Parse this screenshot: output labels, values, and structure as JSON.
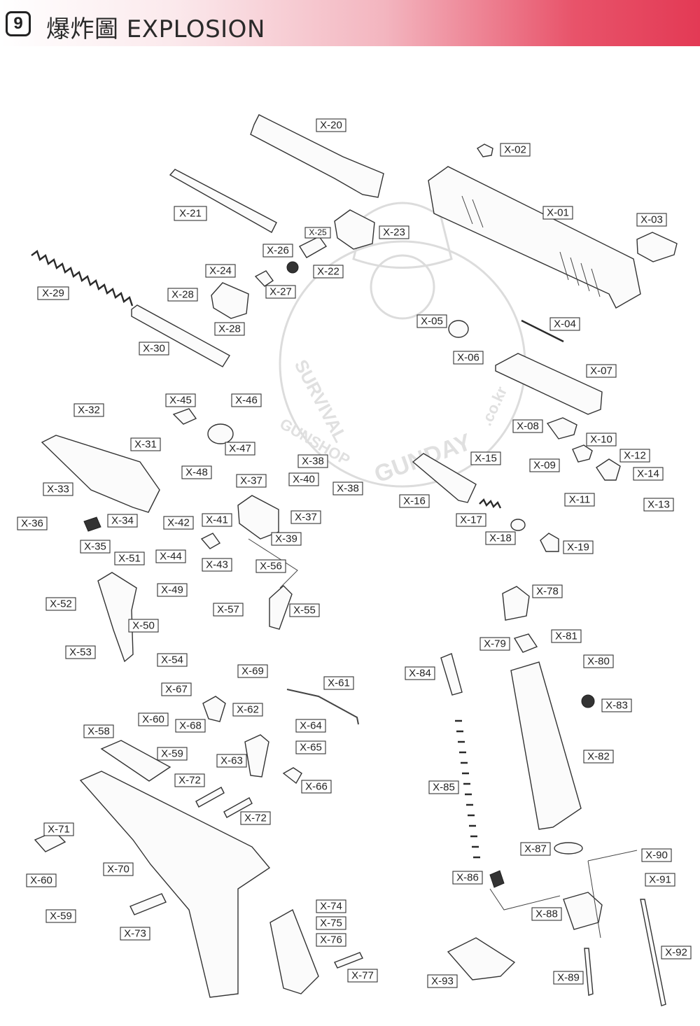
{
  "header": {
    "section_number": "9",
    "title": "爆炸圖 EXPLOSION"
  },
  "watermark": {
    "text_arc": "GUNSHOP",
    "text_survival": "SURVIVAL",
    "text_brand": "GUNDAY",
    "text_domain": ".co.kr"
  },
  "colors": {
    "header_gradient_start": "#ffffff",
    "header_gradient_end": "#e33a55",
    "line": "#333333"
  },
  "labels": [
    {
      "id": "X-01",
      "text": "X-01"
    },
    {
      "id": "X-02",
      "text": "X-02"
    },
    {
      "id": "X-03",
      "text": "X-03"
    },
    {
      "id": "X-04",
      "text": "X-04"
    },
    {
      "id": "X-05",
      "text": "X-05"
    },
    {
      "id": "X-06",
      "text": "X-06"
    },
    {
      "id": "X-07",
      "text": "X-07"
    },
    {
      "id": "X-08",
      "text": "X-08"
    },
    {
      "id": "X-09",
      "text": "X-09"
    },
    {
      "id": "X-10",
      "text": "X-10"
    },
    {
      "id": "X-11",
      "text": "X-11"
    },
    {
      "id": "X-12",
      "text": "X-12"
    },
    {
      "id": "X-13",
      "text": "X-13"
    },
    {
      "id": "X-14",
      "text": "X-14"
    },
    {
      "id": "X-15",
      "text": "X-15"
    },
    {
      "id": "X-16",
      "text": "X-16"
    },
    {
      "id": "X-17",
      "text": "X-17"
    },
    {
      "id": "X-18",
      "text": "X-18"
    },
    {
      "id": "X-19",
      "text": "X-19"
    },
    {
      "id": "X-20",
      "text": "X-20"
    },
    {
      "id": "X-21",
      "text": "X-21"
    },
    {
      "id": "X-22",
      "text": "X-22"
    },
    {
      "id": "X-23",
      "text": "X-23"
    },
    {
      "id": "X-24",
      "text": "X-24"
    },
    {
      "id": "X-25",
      "text": "X-25"
    },
    {
      "id": "X-26",
      "text": "X-26"
    },
    {
      "id": "X-27",
      "text": "X-27"
    },
    {
      "id": "X-28a",
      "text": "X-28"
    },
    {
      "id": "X-28b",
      "text": "X-28"
    },
    {
      "id": "X-29",
      "text": "X-29"
    },
    {
      "id": "X-30",
      "text": "X-30"
    },
    {
      "id": "X-31",
      "text": "X-31"
    },
    {
      "id": "X-32",
      "text": "X-32"
    },
    {
      "id": "X-33",
      "text": "X-33"
    },
    {
      "id": "X-34",
      "text": "X-34"
    },
    {
      "id": "X-35",
      "text": "X-35"
    },
    {
      "id": "X-36",
      "text": "X-36"
    },
    {
      "id": "X-37a",
      "text": "X-37"
    },
    {
      "id": "X-37b",
      "text": "X-37"
    },
    {
      "id": "X-38a",
      "text": "X-38"
    },
    {
      "id": "X-38b",
      "text": "X-38"
    },
    {
      "id": "X-39",
      "text": "X-39"
    },
    {
      "id": "X-40",
      "text": "X-40"
    },
    {
      "id": "X-41",
      "text": "X-41"
    },
    {
      "id": "X-42",
      "text": "X-42"
    },
    {
      "id": "X-43",
      "text": "X-43"
    },
    {
      "id": "X-44",
      "text": "X-44"
    },
    {
      "id": "X-45",
      "text": "X-45"
    },
    {
      "id": "X-46",
      "text": "X-46"
    },
    {
      "id": "X-47",
      "text": "X-47"
    },
    {
      "id": "X-48",
      "text": "X-48"
    },
    {
      "id": "X-49",
      "text": "X-49"
    },
    {
      "id": "X-50",
      "text": "X-50"
    },
    {
      "id": "X-51",
      "text": "X-51"
    },
    {
      "id": "X-52",
      "text": "X-52"
    },
    {
      "id": "X-53",
      "text": "X-53"
    },
    {
      "id": "X-54",
      "text": "X-54"
    },
    {
      "id": "X-55",
      "text": "X-55"
    },
    {
      "id": "X-56",
      "text": "X-56"
    },
    {
      "id": "X-57",
      "text": "X-57"
    },
    {
      "id": "X-58",
      "text": "X-58"
    },
    {
      "id": "X-59a",
      "text": "X-59"
    },
    {
      "id": "X-59b",
      "text": "X-59"
    },
    {
      "id": "X-60a",
      "text": "X-60"
    },
    {
      "id": "X-60b",
      "text": "X-60"
    },
    {
      "id": "X-61",
      "text": "X-61"
    },
    {
      "id": "X-62",
      "text": "X-62"
    },
    {
      "id": "X-63",
      "text": "X-63"
    },
    {
      "id": "X-64",
      "text": "X-64"
    },
    {
      "id": "X-65",
      "text": "X-65"
    },
    {
      "id": "X-66",
      "text": "X-66"
    },
    {
      "id": "X-67",
      "text": "X-67"
    },
    {
      "id": "X-68",
      "text": "X-68"
    },
    {
      "id": "X-69",
      "text": "X-69"
    },
    {
      "id": "X-70",
      "text": "X-70"
    },
    {
      "id": "X-71",
      "text": "X-71"
    },
    {
      "id": "X-72a",
      "text": "X-72"
    },
    {
      "id": "X-72b",
      "text": "X-72"
    },
    {
      "id": "X-73",
      "text": "X-73"
    },
    {
      "id": "X-74",
      "text": "X-74"
    },
    {
      "id": "X-75",
      "text": "X-75"
    },
    {
      "id": "X-76",
      "text": "X-76"
    },
    {
      "id": "X-77",
      "text": "X-77"
    },
    {
      "id": "X-78",
      "text": "X-78"
    },
    {
      "id": "X-79",
      "text": "X-79"
    },
    {
      "id": "X-80",
      "text": "X-80"
    },
    {
      "id": "X-81",
      "text": "X-81"
    },
    {
      "id": "X-82",
      "text": "X-82"
    },
    {
      "id": "X-83",
      "text": "X-83"
    },
    {
      "id": "X-84",
      "text": "X-84"
    },
    {
      "id": "X-85",
      "text": "X-85"
    },
    {
      "id": "X-86",
      "text": "X-86"
    },
    {
      "id": "X-87",
      "text": "X-87"
    },
    {
      "id": "X-88",
      "text": "X-88"
    },
    {
      "id": "X-89",
      "text": "X-89"
    },
    {
      "id": "X-90",
      "text": "X-90"
    },
    {
      "id": "X-91",
      "text": "X-91"
    },
    {
      "id": "X-92",
      "text": "X-92"
    },
    {
      "id": "X-93",
      "text": "X-93"
    }
  ]
}
